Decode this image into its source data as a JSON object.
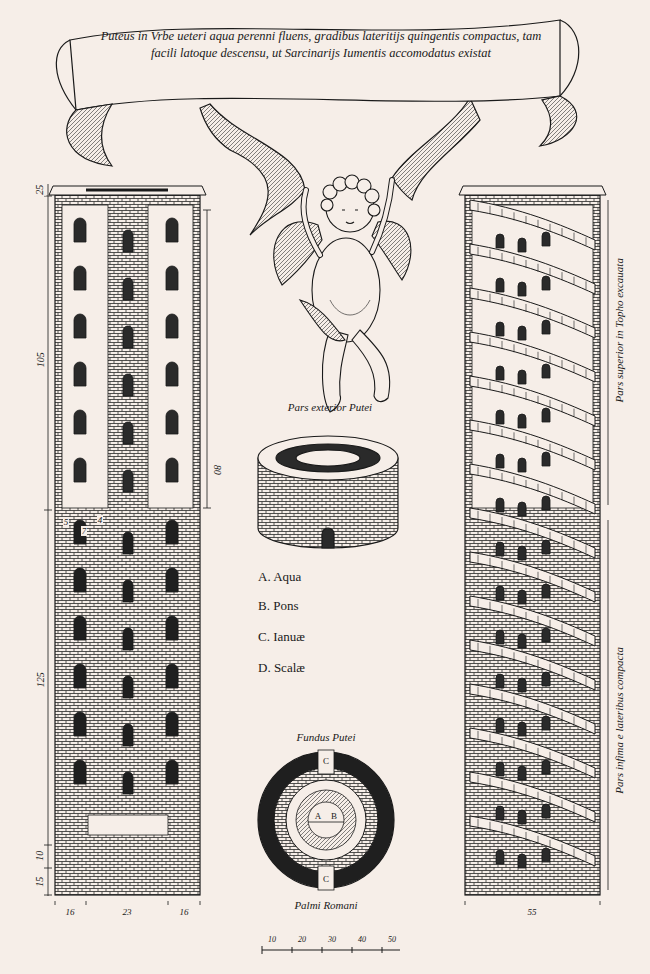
{
  "diagram": {
    "title": "Puteus in Vrbe ueteri aqua perenni fluens, gradibus lateritijs quingentis compactus, tam facili latoque descensu, ut Sarcinarijs Iumentis accomodatus existat",
    "labels": [
      "Pars exterior Putei",
      "A. Aqua",
      "B. Pons",
      "C. Ianuæ",
      "D. Scalæ",
      "Fundus Putei",
      "C",
      "A",
      "B",
      "C",
      "Palmi Romani",
      "10",
      "20",
      "30",
      "40",
      "50",
      "25",
      "105",
      "80",
      "5",
      "4",
      "7",
      "125",
      "10",
      "15",
      "16",
      "23",
      "16",
      "55",
      "Pars superior in Topho excauata",
      "Pars infima e lateribus compacta"
    ]
  }
}
